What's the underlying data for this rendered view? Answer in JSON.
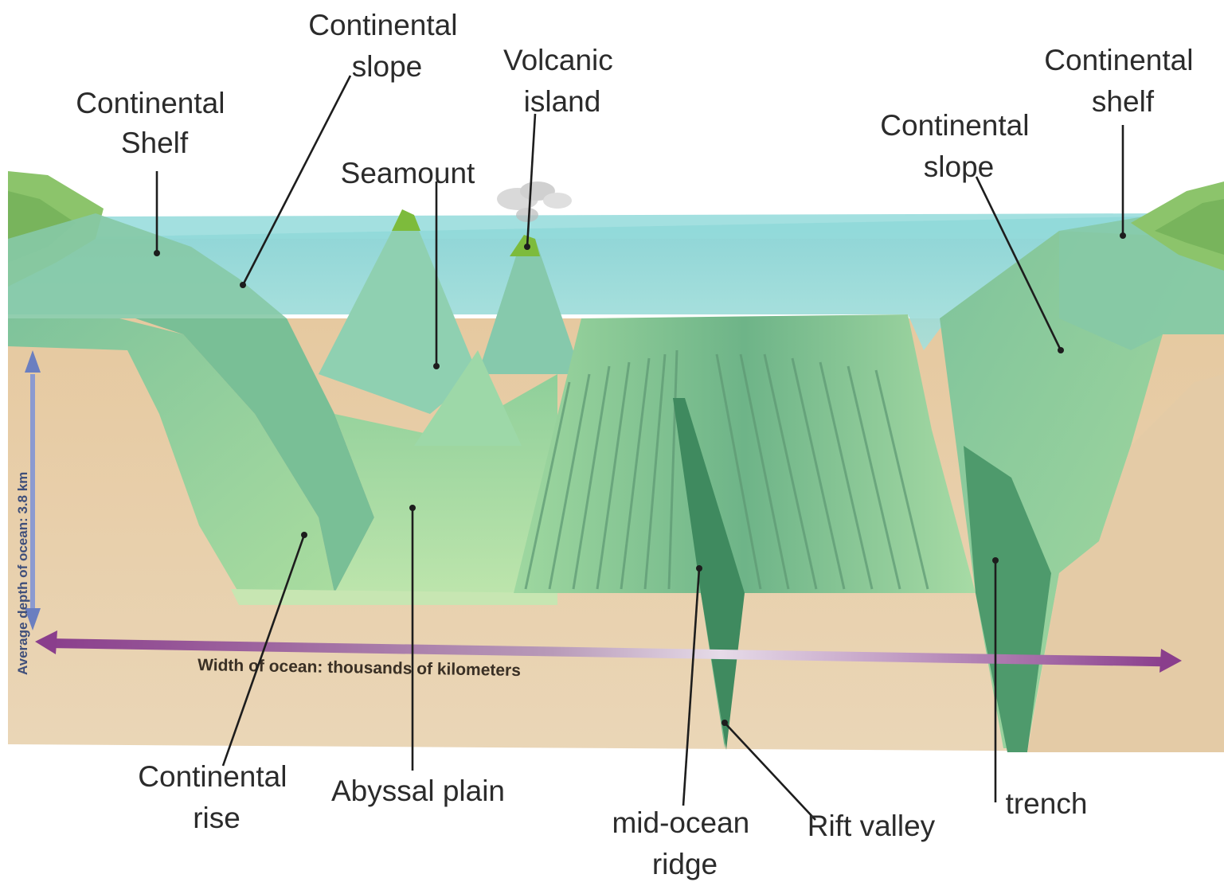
{
  "labels": {
    "continental_shelf_left": [
      "Continental",
      "Shelf"
    ],
    "continental_slope_left": [
      "Continental",
      "slope"
    ],
    "seamount": "Seamount",
    "volcanic_island": [
      "Volcanic",
      "island"
    ],
    "continental_slope_right": [
      "Continental",
      "slope"
    ],
    "continental_shelf_right": [
      "Continental",
      "shelf"
    ],
    "continental_rise": [
      "Continental",
      "rise"
    ],
    "abyssal_plain": "Abyssal plain",
    "mid_ocean_ridge": [
      "mid-ocean",
      "ridge"
    ],
    "rift_valley": "Rift valley",
    "trench": "trench",
    "width_of_ocean": "Width of ocean: thousands of kilometers",
    "average_depth": "Average depth of ocean: 3.8 km"
  },
  "colors": {
    "water": "#8ed6d6",
    "sediment": "#e2c9a4",
    "seafloor": "#a9d9a1",
    "ridge": "#74b98a",
    "land": "#8fc46a",
    "width_arrow": "#8a3e8c",
    "depth_arrow": "#6b7fc0"
  }
}
